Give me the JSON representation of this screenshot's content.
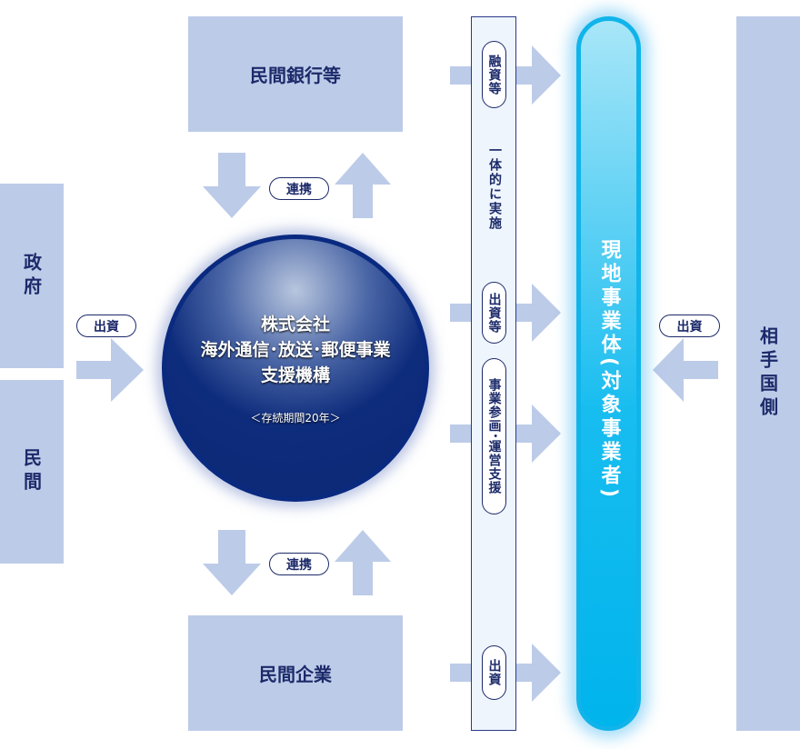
{
  "boxes": {
    "banks": "民間銀行等",
    "companies": "民間企業",
    "government": "政府",
    "private": "民間",
    "partner": "相手国側"
  },
  "center": {
    "line1": "株式会社",
    "line2": "海外通信･放送･郵便事業",
    "line3": "支援機構",
    "period": "＜存続期間20年＞"
  },
  "labels": {
    "coop_top": "連携",
    "coop_bottom": "連携",
    "invest_left": "出資",
    "invest_right": "出資"
  },
  "bar": {
    "loan": "融資等",
    "integrated": "一体的に実施",
    "invest": "出資等",
    "participation": "事業参画･運営支援",
    "invest2": "出資"
  },
  "target": "現地事業体(対象事業者)",
  "colors": {
    "box": "#bccbe8",
    "navy": "#1c2a6a",
    "cyan": "#10b4ea"
  }
}
